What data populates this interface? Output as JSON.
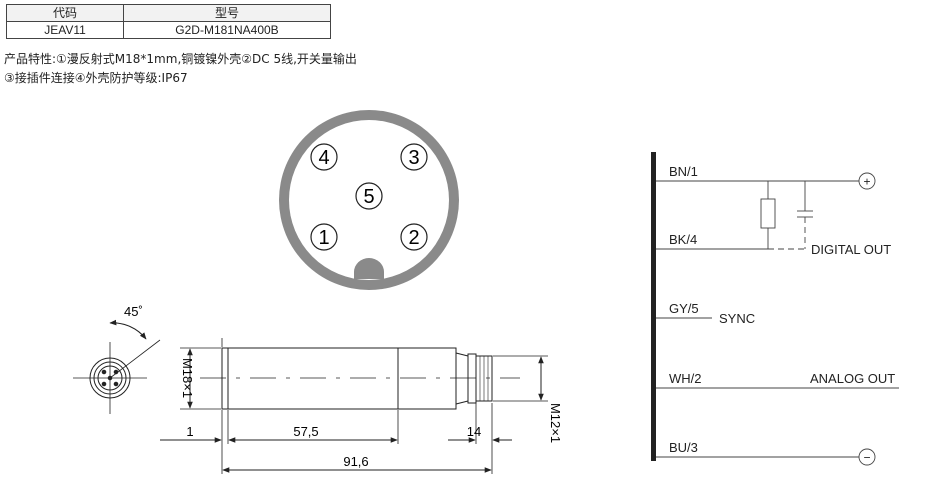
{
  "table": {
    "headers": [
      "代码",
      "型号"
    ],
    "rows": [
      [
        "JEAV11",
        "G2D-M181NA400B"
      ]
    ]
  },
  "features": {
    "line1": "产品特性:①漫反射式M18*1mm,铜镀镍外壳②DC 5线,开关量输出",
    "line2": "③接插件连接④外壳防护等级:IP67"
  },
  "connector": {
    "pins": [
      "4",
      "3",
      "5",
      "1",
      "2"
    ]
  },
  "drawing": {
    "angle": "45˚",
    "thread_main": "M18×1",
    "thread_connector": "M12×1",
    "dim_offset": "1",
    "dim_body": "57,5",
    "dim_connector": "14",
    "dim_total": "91,6"
  },
  "wiring": {
    "wires": [
      "BN/1",
      "BK/4",
      "GY/5",
      "WH/2",
      "BU/3"
    ],
    "digital_out": "DIGITAL OUT",
    "sync": "SYNC",
    "analog_out": "ANALOG OUT",
    "plus": "+",
    "minus": "−"
  }
}
